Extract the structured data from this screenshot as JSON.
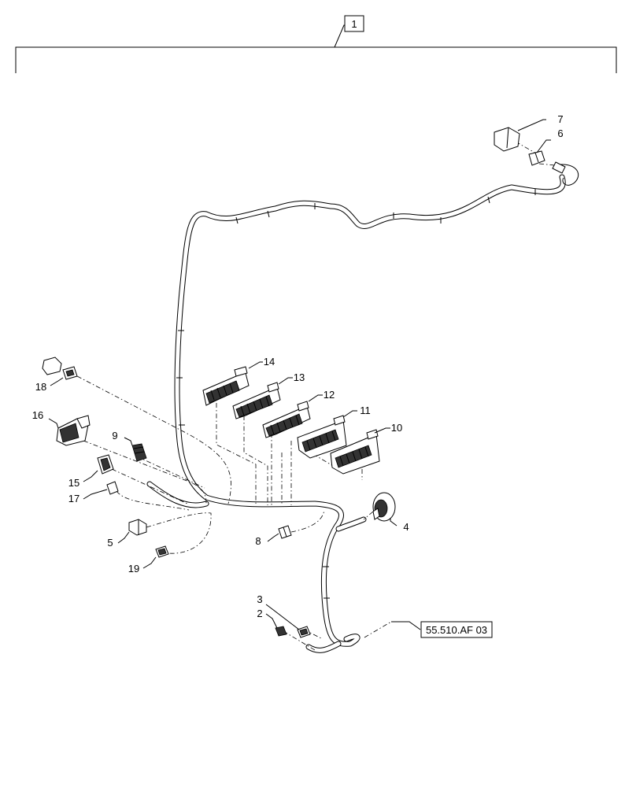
{
  "assembly_callout": "1",
  "callouts": {
    "c2": "2",
    "c3": "3",
    "c4": "4",
    "c5": "5",
    "c6": "6",
    "c7": "7",
    "c8": "8",
    "c9": "9",
    "c10": "10",
    "c11": "11",
    "c12": "12",
    "c13": "13",
    "c14": "14",
    "c15": "15",
    "c16": "16",
    "c17": "17",
    "c18": "18",
    "c19": "19"
  },
  "reference_label": "55.510.AF 03"
}
